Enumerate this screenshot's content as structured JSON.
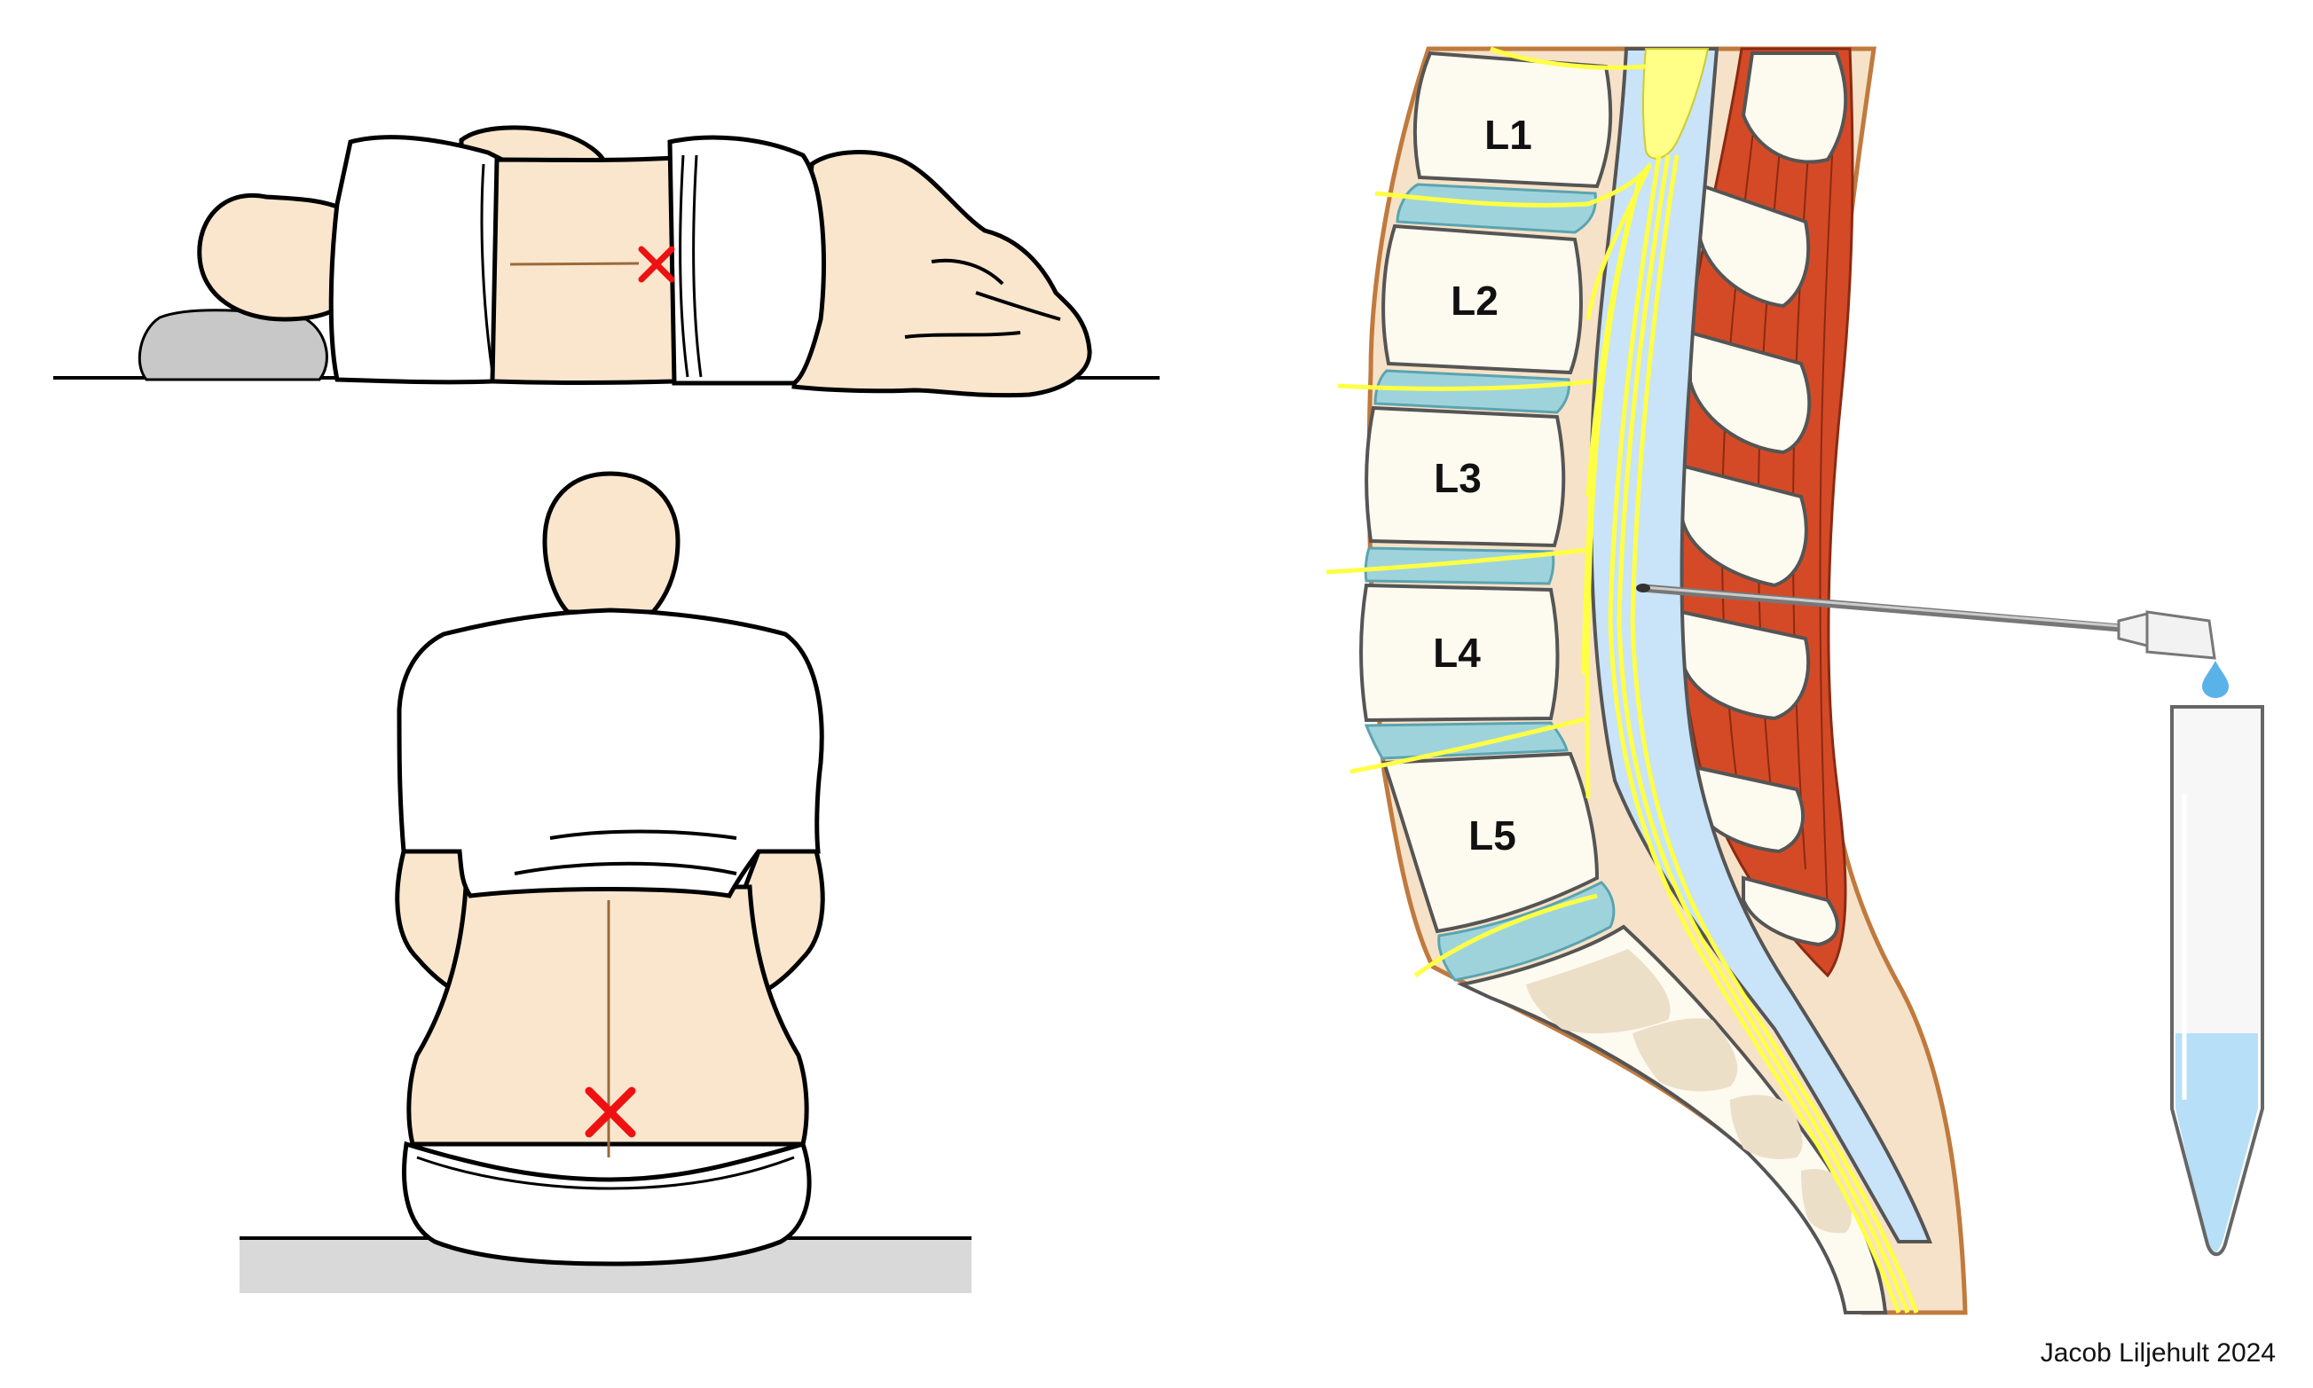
{
  "colors": {
    "skin": "#f9e6cd",
    "shirt": "#ffffff",
    "outline": "#000000",
    "marker": "#ee1111",
    "nerve": "#ffff44",
    "csf": "#c9e3f8",
    "disc": "#9fd3dc",
    "muscle": "#d44a26",
    "bone": "#fdfaf0",
    "sacrum": "#ecdfc8",
    "floor": "#d9d9d9",
    "pillow": "#c8c8c8"
  },
  "vertebrae": [
    {
      "label": "L1"
    },
    {
      "label": "L2"
    },
    {
      "label": "L3"
    },
    {
      "label": "L4"
    },
    {
      "label": "L5"
    }
  ],
  "credit": "Jacob Liljehult 2024"
}
